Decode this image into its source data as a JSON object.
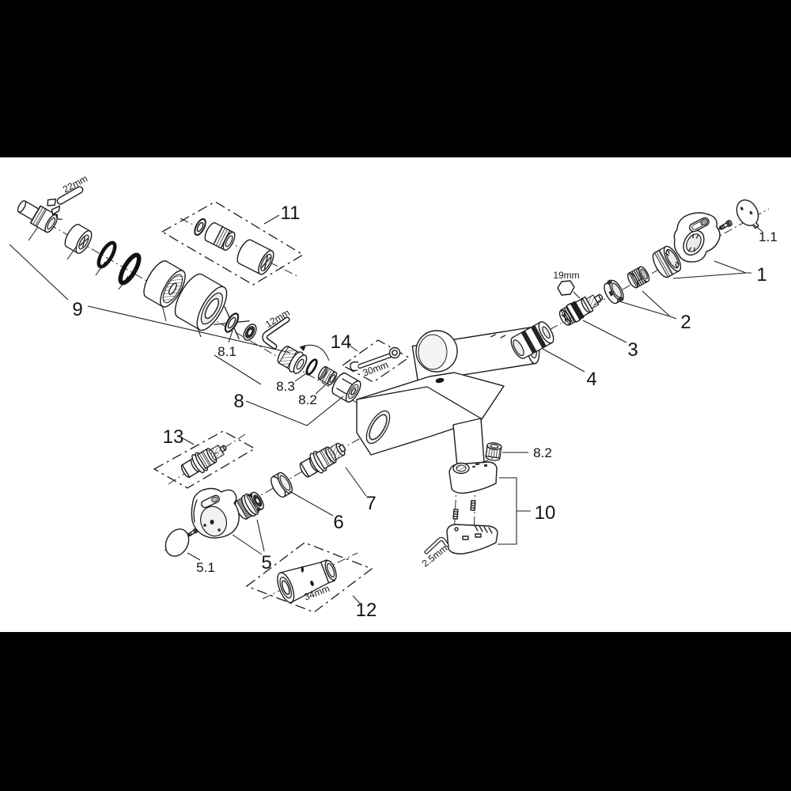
{
  "scene": {
    "background": "#000000",
    "sheet_background": "#ffffff",
    "line_color": "#1c1c1c"
  },
  "diagram": {
    "type": "exploded-parts-diagram",
    "subject": "thermostatic shower mixer",
    "callouts": {
      "c1": "1",
      "c1_1": "1.1",
      "c2": "2",
      "c3": "3",
      "c4": "4",
      "c5": "5",
      "c5_1": "5.1",
      "c6": "6",
      "c7": "7",
      "c8": "8",
      "c8_1": "8.1",
      "c8_2_left": "8.2",
      "c8_2_right": "8.2",
      "c8_3": "8.3",
      "c9": "9",
      "c10": "10",
      "c11": "11",
      "c12": "12",
      "c13": "13",
      "c14": "14"
    },
    "tool_sizes": {
      "open_end_wrench": "22mm",
      "hex_key_upper": "12mm",
      "ring_wrench": "30mm",
      "cartridge_hex": "19mm",
      "socket_tool": "34mm",
      "hex_key_lower": "2.5mm"
    }
  }
}
